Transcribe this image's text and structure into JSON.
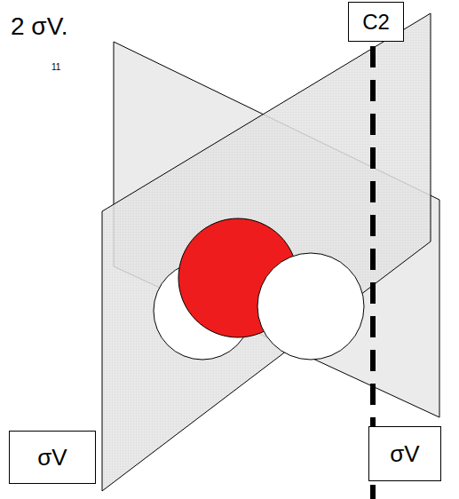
{
  "diagram": {
    "nodes": [
      {
        "text": [
          "C2"
        ]
      },
      {
        "text": [
          "σV"
        ]
      },
      {
        "text": [
          "σV"
        ]
      }
    ],
    "edges": [],
    "labels": [
      "2 σV.",
      "11"
    ]
  }
}
